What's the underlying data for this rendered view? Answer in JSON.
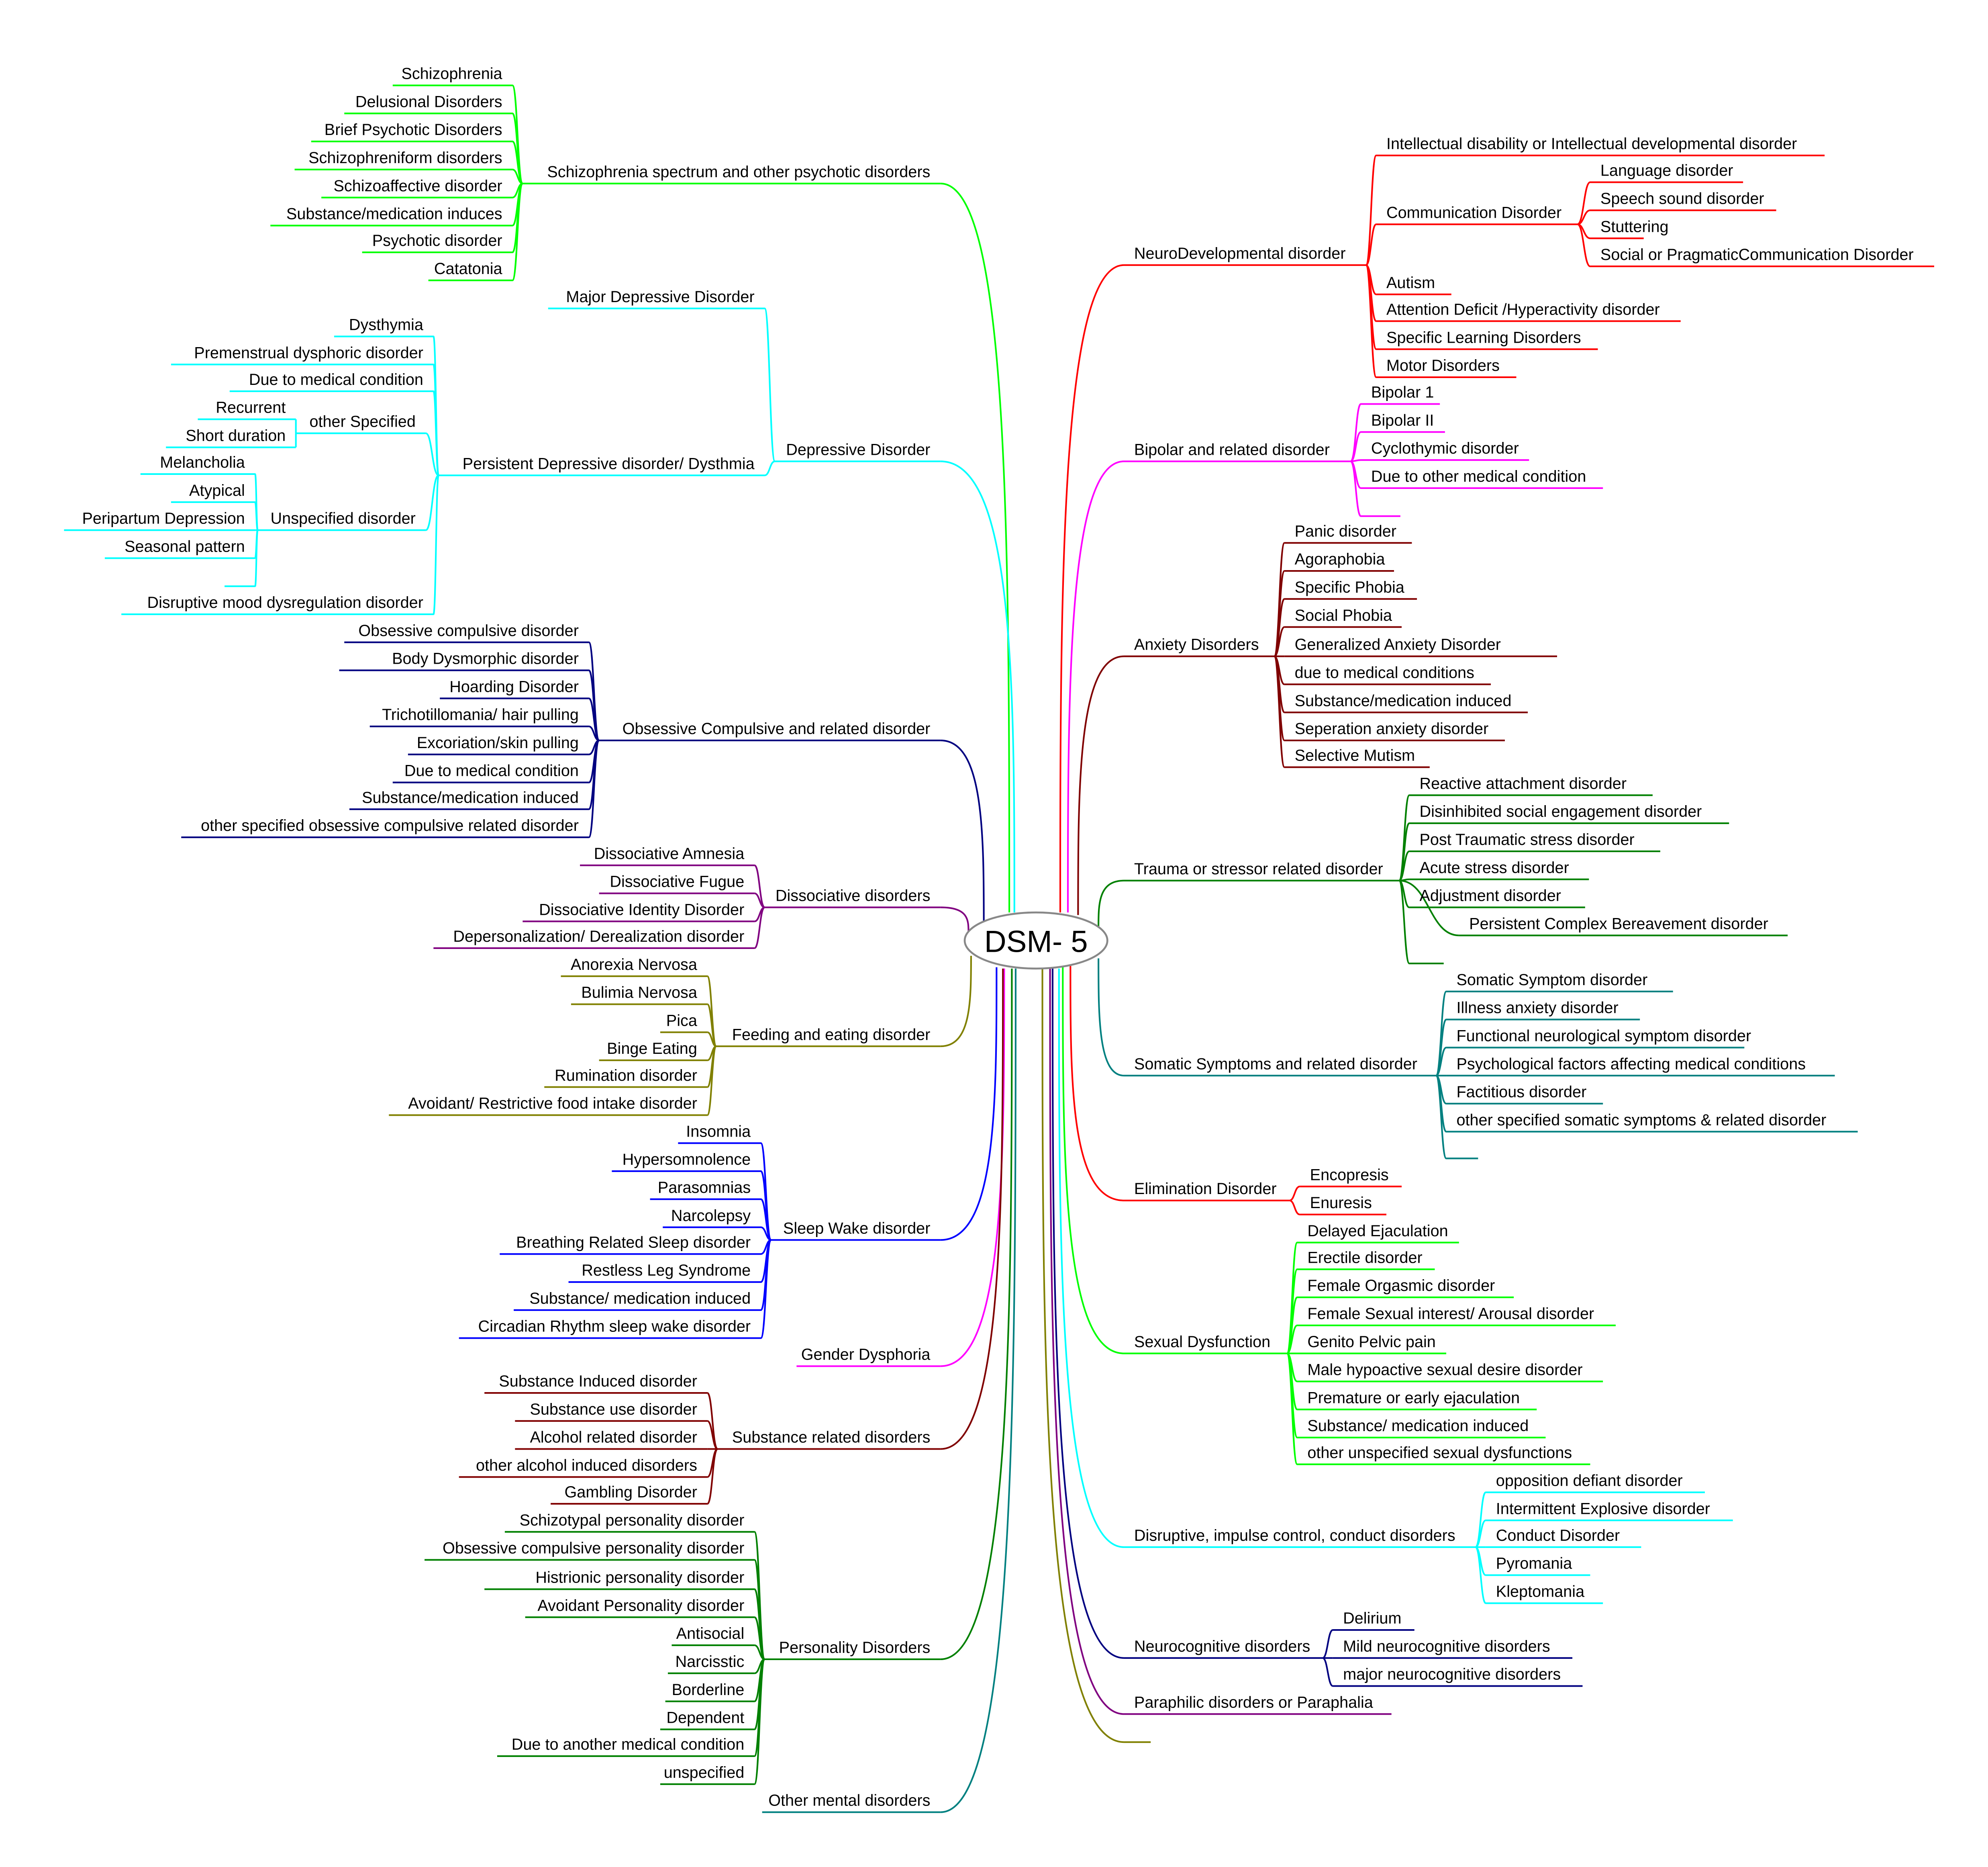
{
  "title": "DSM- 5",
  "right": [
    {
      "label": "NeuroDevelopmental disorder",
      "color": "#ff0000",
      "children": [
        {
          "label": "Intellectual disability or Intellectual developmental disorder"
        },
        {
          "label": "Communication Disorder",
          "children": [
            {
              "label": "Language disorder"
            },
            {
              "label": "Speech sound disorder"
            },
            {
              "label": "Stuttering"
            },
            {
              "label": "Social or PragmaticCommunication Disorder"
            }
          ]
        },
        {
          "label": "Autism"
        },
        {
          "label": "Attention Deficit /Hyperactivity disorder"
        },
        {
          "label": "Specific Learning Disorders"
        },
        {
          "label": "Motor Disorders"
        }
      ]
    },
    {
      "label": "Bipolar and related disorder",
      "color": "#ff00ff",
      "children": [
        {
          "label": "Bipolar 1"
        },
        {
          "label": "Bipolar II"
        },
        {
          "label": "Cyclothymic disorder"
        },
        {
          "label": "Due to other medical condition"
        },
        {
          "label": ""
        }
      ]
    },
    {
      "label": "Anxiety Disorders",
      "color": "#800000",
      "children": [
        {
          "label": "Panic disorder"
        },
        {
          "label": "Agoraphobia"
        },
        {
          "label": "Specific Phobia"
        },
        {
          "label": "Social Phobia"
        },
        {
          "label": "Generalized Anxiety Disorder"
        },
        {
          "label": "due to medical conditions"
        },
        {
          "label": "Substance/medication induced"
        },
        {
          "label": "Seperation anxiety disorder"
        },
        {
          "label": "Selective Mutism"
        }
      ]
    },
    {
      "label": "Trauma or stressor related disorder",
      "color": "#008000",
      "children": [
        {
          "label": "Reactive attachment disorder"
        },
        {
          "label": "Disinhibited social engagement disorder"
        },
        {
          "label": "Post Traumatic stress disorder"
        },
        {
          "label": "Acute stress disorder"
        },
        {
          "label": "Adjustment disorder"
        },
        {
          "label": "Persistent Complex Bereavement disorder"
        },
        {
          "label": ""
        }
      ]
    },
    {
      "label": "Somatic Symptoms and related disorder",
      "color": "#008080",
      "children": [
        {
          "label": "Somatic Symptom disorder"
        },
        {
          "label": "Illness anxiety disorder"
        },
        {
          "label": "Functional neurological symptom disorder"
        },
        {
          "label": "Psychological factors affecting medical conditions"
        },
        {
          "label": "Factitious disorder"
        },
        {
          "label": "other specified somatic symptoms & related disorder"
        },
        {
          "label": ""
        }
      ]
    },
    {
      "label": "Elimination Disorder",
      "color": "#ff0000",
      "children": [
        {
          "label": "Encopresis"
        },
        {
          "label": "Enuresis"
        }
      ]
    },
    {
      "label": "Sexual Dysfunction",
      "color": "#00ff00",
      "children": [
        {
          "label": "Delayed Ejaculation"
        },
        {
          "label": "Erectile disorder"
        },
        {
          "label": "Female Orgasmic disorder"
        },
        {
          "label": "Female Sexual interest/ Arousal disorder"
        },
        {
          "label": "Genito Pelvic pain"
        },
        {
          "label": "Male hypoactive sexual desire disorder"
        },
        {
          "label": "Premature or early ejaculation"
        },
        {
          "label": "Substance/ medication induced"
        },
        {
          "label": "other unspecified sexual dysfunctions"
        }
      ]
    },
    {
      "label": "Disruptive, impulse control, conduct disorders",
      "color": "#00ffff",
      "children": [
        {
          "label": "opposition defiant disorder"
        },
        {
          "label": "Intermittent Explosive disorder"
        },
        {
          "label": "Conduct Disorder"
        },
        {
          "label": "Pyromania"
        },
        {
          "label": "Kleptomania"
        }
      ]
    },
    {
      "label": "Neurocognitive disorders",
      "color": "#000080",
      "children": [
        {
          "label": "Delirium"
        },
        {
          "label": "Mild neurocognitive disorders"
        },
        {
          "label": "major neurocognitive disorders"
        }
      ]
    },
    {
      "label": "Paraphilic disorders or Paraphalia",
      "color": "#800080"
    },
    {
      "label": "",
      "color": "#808000"
    }
  ],
  "left": [
    {
      "label": "Schizophrenia spectrum and other psychotic disorders",
      "color": "#00ff00",
      "children": [
        {
          "label": "Schizophrenia"
        },
        {
          "label": "Delusional Disorders"
        },
        {
          "label": "Brief Psychotic Disorders"
        },
        {
          "label": "Schizophreniform disorders"
        },
        {
          "label": "Schizoaffective disorder"
        },
        {
          "label": "Substance/medication induces"
        },
        {
          "label": "Psychotic disorder"
        },
        {
          "label": "Catatonia"
        }
      ]
    },
    {
      "label": "Depressive Disorder",
      "color": "#00ffff",
      "children": [
        {
          "label": "Major Depressive Disorder"
        },
        {
          "label": "Persistent Depressive disorder/ Dysthmia",
          "children": [
            {
              "label": "Dysthymia"
            },
            {
              "label": "Premenstrual dysphoric disorder"
            },
            {
              "label": "Due to medical condition"
            },
            {
              "label": "other Specified",
              "children": [
                {
                  "label": "Recurrent"
                },
                {
                  "label": "Short duration"
                }
              ]
            },
            {
              "label": "Unspecified disorder",
              "children": [
                {
                  "label": "Melancholia"
                },
                {
                  "label": "Atypical"
                },
                {
                  "label": "Peripartum Depression"
                },
                {
                  "label": "Seasonal pattern"
                },
                {
                  "label": ""
                }
              ]
            },
            {
              "label": "Disruptive mood dysregulation disorder"
            }
          ]
        }
      ]
    },
    {
      "label": "Obsessive Compulsive and related disorder",
      "color": "#000080",
      "children": [
        {
          "label": "Obsessive compulsive disorder"
        },
        {
          "label": "Body Dysmorphic disorder"
        },
        {
          "label": "Hoarding Disorder"
        },
        {
          "label": "Trichotillomania/ hair pulling"
        },
        {
          "label": "Excoriation/skin pulling"
        },
        {
          "label": "Due to medical condition"
        },
        {
          "label": "Substance/medication induced"
        },
        {
          "label": "other specified obsessive compulsive related disorder"
        }
      ]
    },
    {
      "label": "Dissociative disorders",
      "color": "#800080",
      "children": [
        {
          "label": "Dissociative Amnesia"
        },
        {
          "label": "Dissociative Fugue"
        },
        {
          "label": "Dissociative Identity Disorder"
        },
        {
          "label": "Depersonalization/ Derealization disorder"
        }
      ]
    },
    {
      "label": "Feeding and eating disorder",
      "color": "#808000",
      "children": [
        {
          "label": "Anorexia Nervosa"
        },
        {
          "label": "Bulimia Nervosa"
        },
        {
          "label": "Pica"
        },
        {
          "label": "Binge Eating"
        },
        {
          "label": "Rumination disorder"
        },
        {
          "label": "Avoidant/ Restrictive food intake disorder"
        }
      ]
    },
    {
      "label": "Sleep Wake disorder",
      "color": "#0000ff",
      "children": [
        {
          "label": "Insomnia"
        },
        {
          "label": "Hypersomnolence"
        },
        {
          "label": "Parasomnias"
        },
        {
          "label": "Narcolepsy"
        },
        {
          "label": "Breathing Related Sleep disorder"
        },
        {
          "label": "Restless Leg Syndrome"
        },
        {
          "label": "Substance/ medication induced"
        },
        {
          "label": "Circadian Rhythm sleep wake disorder"
        }
      ]
    },
    {
      "label": "Gender Dysphoria",
      "color": "#ff00ff"
    },
    {
      "label": "Substance related disorders",
      "color": "#800000",
      "children": [
        {
          "label": "Substance Induced disorder"
        },
        {
          "label": "Substance use disorder"
        },
        {
          "label": "Alcohol related disorder"
        },
        {
          "label": "other alcohol induced disorders"
        },
        {
          "label": "Gambling Disorder"
        }
      ]
    },
    {
      "label": "Personality Disorders",
      "color": "#008000",
      "children": [
        {
          "label": "Schizotypal personality disorder"
        },
        {
          "label": "Obsessive compulsive personality disorder"
        },
        {
          "label": "Histrionic personality disorder"
        },
        {
          "label": "Avoidant Personality disorder"
        },
        {
          "label": "Antisocial"
        },
        {
          "label": "Narcisstic"
        },
        {
          "label": "Borderline"
        },
        {
          "label": "Dependent"
        },
        {
          "label": "Due to another medical condition"
        },
        {
          "label": "unspecified"
        }
      ]
    },
    {
      "label": "Other mental disorders",
      "color": "#008080"
    }
  ]
}
